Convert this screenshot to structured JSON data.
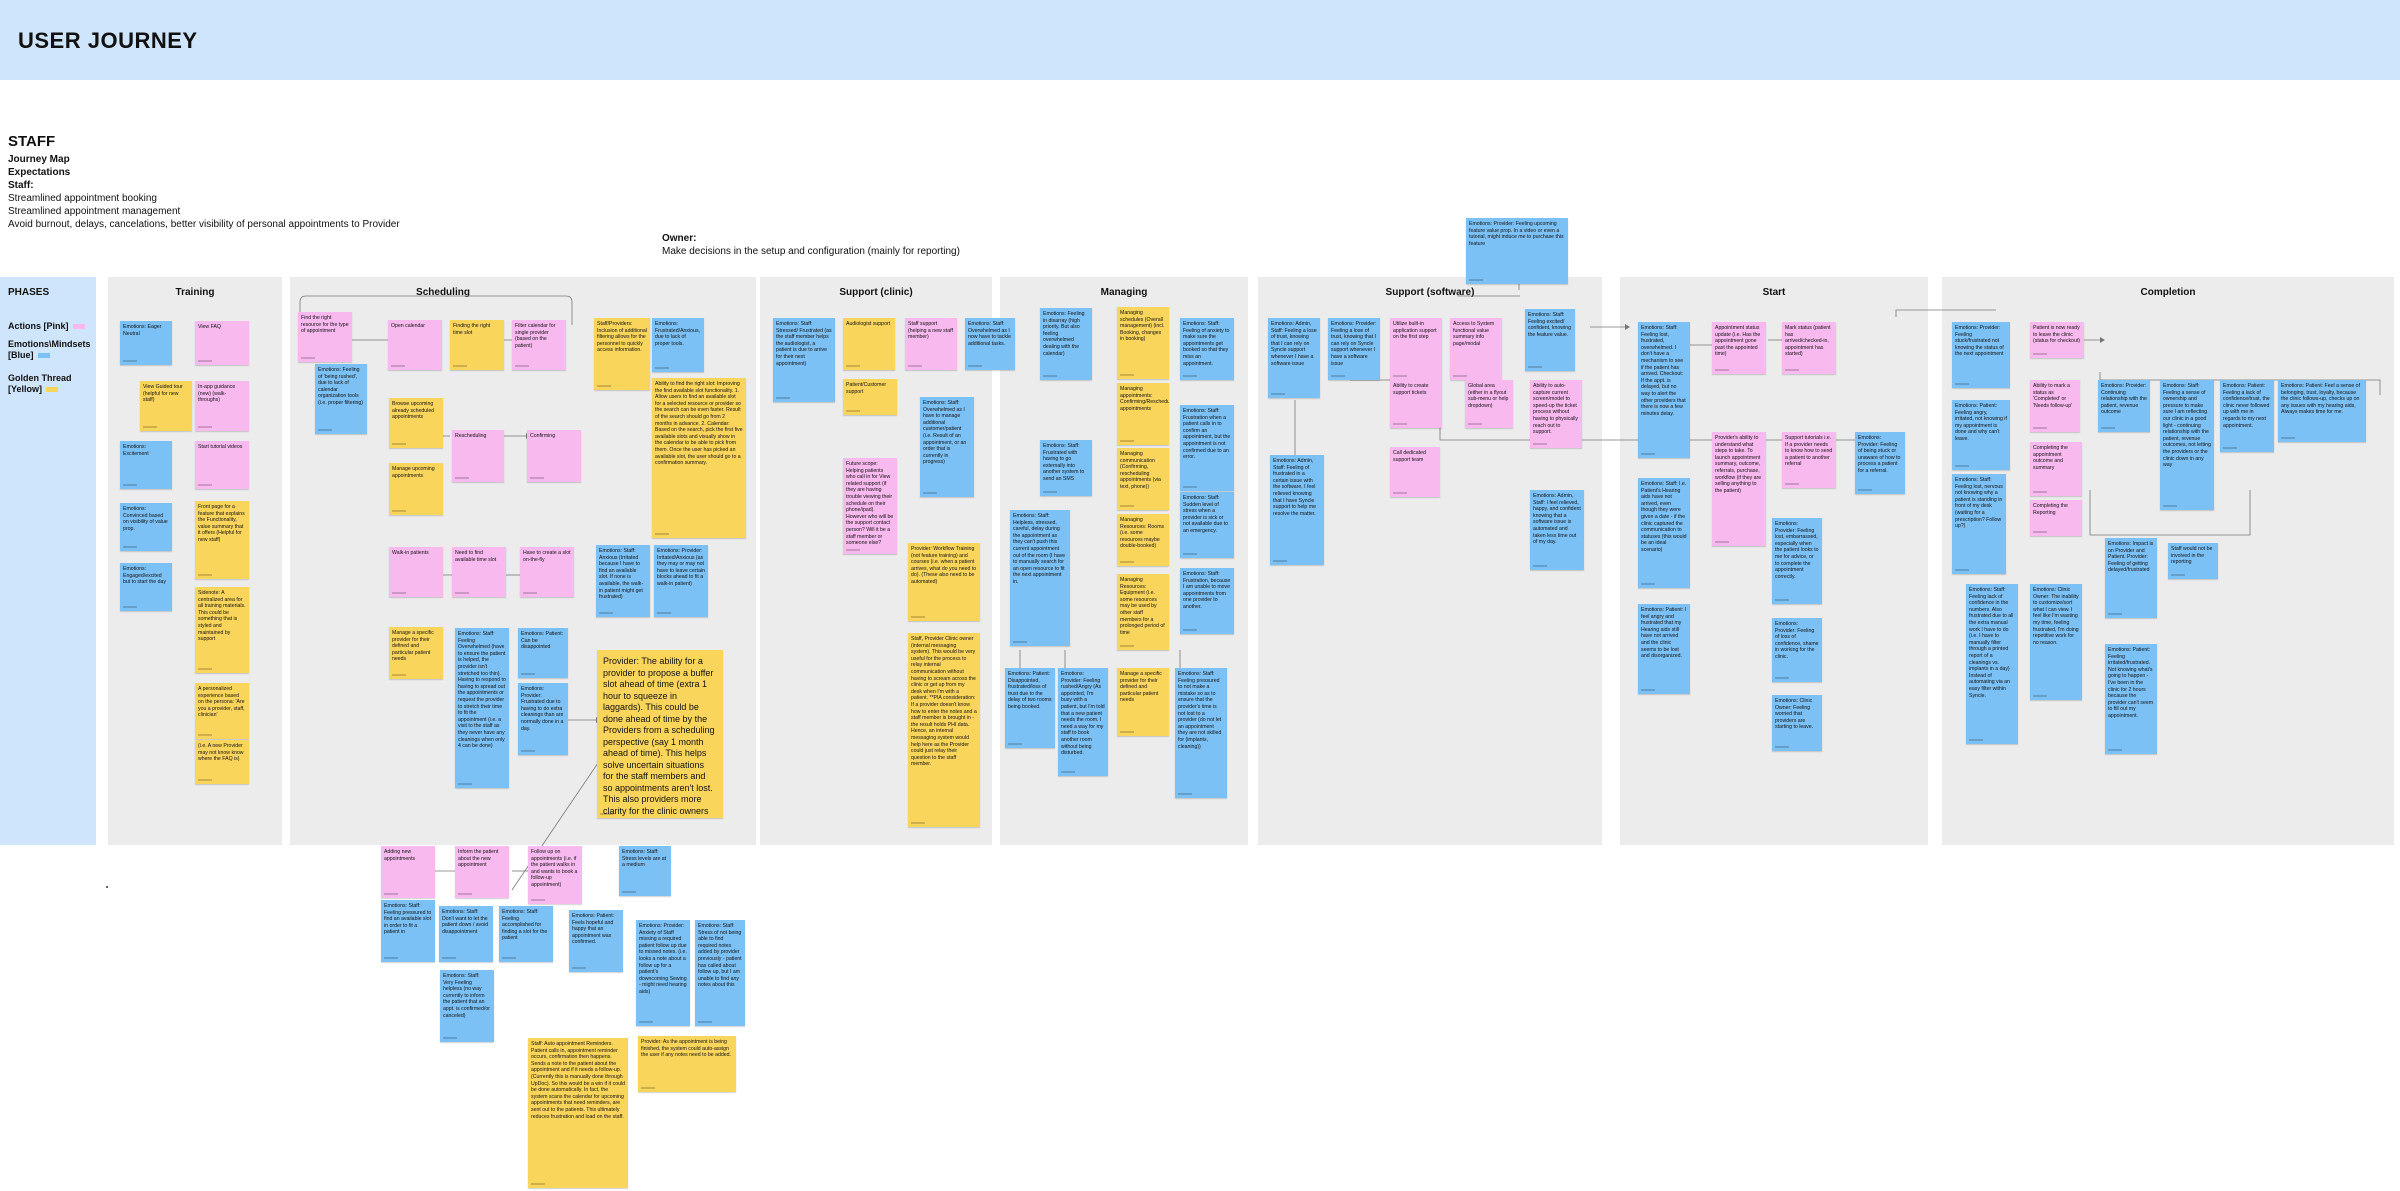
{
  "page": {
    "title": "USER JOURNEY"
  },
  "intro": {
    "heading": "STAFF",
    "lines": [
      "Journey Map",
      "Expectations",
      "Staff:",
      "Streamlined appointment booking",
      "Streamlined appointment management"
    ],
    "goal": "Avoid burnout, delays,  cancelations, better visibility of personal appointments to Provider"
  },
  "owner": {
    "label": "Owner:",
    "text": "Make decisions in the setup and configuration (mainly for reporting)"
  },
  "phases": {
    "title": "PHASES",
    "legend": [
      {
        "label": "Actions [Pink]",
        "color": "#f8b9ef"
      },
      {
        "label": "Emotions\\Mindsets [Blue]",
        "color": "#7cc1f5"
      },
      {
        "label": "Golden Thread [Yellow]",
        "color": "#fad55b"
      }
    ]
  },
  "lanes": [
    {
      "title": "Training"
    },
    {
      "title": "Scheduling"
    },
    {
      "title": "Support (clinic)"
    },
    {
      "title": "Managing"
    },
    {
      "title": "Support (software)"
    },
    {
      "title": "Start"
    },
    {
      "title": "Completion"
    }
  ],
  "colors": {
    "banner": "#cfe5fb",
    "lane": "#ececec",
    "action": "#f8b9ef",
    "emotion": "#7cc1f5",
    "thread": "#fad55b"
  },
  "notes": {
    "tr1": "Emotions: Eager Neutral",
    "tr2": "View FAQ",
    "tr3": "View Guided tour (helpful for new staff)",
    "tr4": "In-app guidance (new) (walk-throughs)",
    "tr5": "Emotions: Excitement",
    "tr6": "Start tutorial videos",
    "tr7": "Emotions: Convinced based on visibility of value prop.",
    "tr8": "Front page for a feature that explains the Functionality, value summary that it offers (Helpful for new staff)",
    "tr9": "Emotions: Engaged/excited but to start the day",
    "tr10": "Sidenote: A centralized area for all training materials. This could be something that is styled and maintained by support",
    "tr11": "A personalized experience based on the persona: 'Are you a provider, staff, clinician'",
    "tr12": "(i.e. A new Provider may not know know where the FAQ is)",
    "sc1": "Find the right resource for the type of appointment",
    "sc2": "Emotions: Feeling of 'being rushed', due to lack of calendar organization tools (i.e. proper filtering)",
    "sc3": "Open calendar",
    "sc4": "Finding the right time slot",
    "sc5": "Filter calendar for single provider (based on the patient)",
    "sc6": "Staff/Providers: Inclusion of additional filtering allows for the personnel to quickly access information.",
    "sc7": "Emotions: Frustrated/Anxious, due to lack of proper tools.",
    "sc8": "Ability to find the right slot: Improving the find available slot functionality. 1. Allow users to find an available slot for a selected resource or provider so the search can be even faster. Result of the search should go from 2 months in advance. 2. Calendar: Based on the search, pick the first five available slots and visually show in the calendar to be able to pick from them. Once the user has picked an available slot, the user should go to a confirmation summary.",
    "sc9": "Browse upcoming already scheduled appointments",
    "sc10": "Rescheduling",
    "sc11": "Confirming",
    "sc12": "Manage upcoming appointments",
    "sc13": "Walk-in patients",
    "sc14": "Need to find available time slot",
    "sc15": "Have to create a slot on-the-fly",
    "sc16": "Emotions: Staff: Anxious (Irritated because I have to find an available slot. If none is available, the walk-in patient might get frustrated)",
    "sc17": "Emotions: Provider: Irritated/Anxious (as they may or may not have to leave certain blocks ahead to fit a walk-in patient)",
    "sc18": "Manage a specific provider for their defined and particular patient needs",
    "sc19": "Emotions: Staff: Feeling Overwhelmed (have to ensure the patient is helped, the provider isn't stretched too thin). Having to respond to having to spread out the appointments or request the provider to stretch their time to fit the appointment (i.e. a visit to the staff as they never have any cleanings when only 4 can be done)",
    "sc20": "Emotions: Patient: Can be disappointed",
    "sc21": "Emotions: Provider: Frustrated due to having to do extra cleanings than are normally done in a day.",
    "sc22": "Provider: The ability for a provider to propose a buffer slot ahead of time (extra 1 hour to squeeze in laggards). This could be done ahead of time by the Providers from a scheduling perspective (say 1 month ahead of time). This helps solve uncertain situations for the staff members and so appointments aren't lost. This also providers more clarity for the clinic owners about provider schedules and appointments.",
    "sc23": "Adding new appointments",
    "sc24": "Inform the patient about the new appointment",
    "sc25": "Follow up on appointments (i.e. if the patient walks in and wants to book a follow-up appointment)",
    "sc26": "Emotions: Staff: Stress levels are at a medium",
    "sc27": "Emotions: Staff: Feeling pressured to find an available slot in order to fit a patient in",
    "sc28": "Emotions: Staff: Don't want to let the patient down / avoid disappointment",
    "sc29": "Emotions: Staff: Feeling accomplished for finding a slot for the patient",
    "sc30": "Emotions: Patient: Feels hopeful and happy that an appointment was confirmed.",
    "sc31": "Emotions: Staff: Very Feeling helpless (no way currently to inform the patient that an appt. is confirmed/or canceled)",
    "sc32": "Emotions: Provider: Anxiety of Staff missing a required patient follow up due to missed notes. (i.e. looks a note about a follow up for a patient's downcoming Sewing - might need hearing aids)",
    "sc33": "Emotions: Staff: Stress of not being able to find required notes added by provider previously - patient has called about follow up, but I am unable to find any notes about this",
    "sc34": "Staff: Auto appointment Reminders. Patient calls in, appointment reminder occurs, confirmation then happens. Sends a note to the patient about the appointment and if it needs a follow-up. (Currently this is manually done through UpDoc). So this would be a win if it could be done automatically. In fact, the system scans the calendar for upcoming appointments that need reminders, are sent out to the patients. This ultimately reduces frustration and load on the staff.",
    "sc35": "Provider: As the appointment is being finished, the system could auto-assign the user if any notes need to be added.",
    "cl1": "Emotions: Staff: Stressed/ Frustrated (as the staff member helps the audiologist, a patient is due to arrive for their next appointment)",
    "cl2": "Audiologist support",
    "cl3": "Staff support (helping a new staff member)",
    "cl4": "Emotions: Staff: Overwhelmed as I now have to tackle additional tasks.",
    "cl5": "Patient/Customer support",
    "cl6": "Emotions: Staff: Overwhelmed as I have to manage additional customer/patient (i.e. Result of an appointment, or an order that is currently in progress)",
    "cl7": "Future scope: Helping patients who call in for View related support (if they are having trouble viewing their schedule on their phone/ipad). However who will be the support contact person? Will it be a staff member or someone else?",
    "cl8": "Provider: Workflow Training (not feature training) and courses (i.e. when a patient arrives, what do you need to do). (These also need to be automated)",
    "cl9": "Staff, Provider Clinic owner (internal messaging system). This would be very useful for the process to relay internal communication without having to scream across the clinic or get up from my desk when I'm with a patient. **PIA consideration: If a provider doesn't know how to enter the notes and a staff member is brought in - the result holds PHI data. Hence, an internal messaging system would help here as the Provider could just relay their question to the staff member.",
    "mg1": "Emotions: Feeling in disarray (high priority. But also feeling overwhelmed dealing with the calendar)",
    "mg2": "Managing schedules (Overall management) (incl. Booking, changes in booking)",
    "mg3": "Emotions: Staff: Feeling of anxiety to make sure the appointments get booked so that they miss an appointment.",
    "mg4": "Managing appointments: Confirming/Rescheduling appointments",
    "mg5": "Emotions: Staff: Frustrated with having to go externally into another system to send an SMS",
    "mg6": "Managing communication (Confirming, rescheduling appointments (via text, phone))",
    "mg7": "Emotions: Staff: Frustration when a patient calls in to confirm an appointment, but the appointment is not confirmed due to an error.",
    "mg8": "Emotions: Staff: Helpless, stressed, careful, delay during the appointment as they can't push this current appointment out of the room (I have to manually search for an open resource to fit the next appointment in.",
    "mg9": "Managing Resources: Rooms (i.e. some resources maybe double-booked)",
    "mg10": "Emotions: Staff: Sudden level of stress when a provider is sick or not available due to an emergency.",
    "mg11": "Managing Resources: Equipment (i.e. some resources may be used by other staff members for a prolonged period of time",
    "mg12": "Emotions: Staff: Frustration, because I am unable to move appointments from one provider to another.",
    "mg13": "Emotions: Patient: Disappointed, frustrated/loss of trust due to the delay of two rooms being booked.",
    "mg14": "Emotions: Provider: Feeling rushed/Angry (As appointed, I'm busy with a patient, but I'm told that a new patient needs the room. I need a way for my staff to book another room without being disturbed.",
    "mg15": "Manage a specific provider for their defined and particular patient needs",
    "mg16": "Emotions: Staff: Feeling pressured to not make a mistake so as to ensure that the provider's time is not lost to a provider (do not let an appointment they are not skilled for (implants, cleaning))",
    "sw1": "Emotions: Provider: Feeling upcoming feature value prop. In a video or even a tutorial, might induce me to purchase this feature",
    "sw2": "Emotions: Admin, Staff: Feeling a lose of trust, knowing that I can rely on Syncle support whenever I have a software issue",
    "sw3": "Emotions: Provider: Feeling a lose of trust, knowing that I can rely on Syncle support whenever I have a software issue",
    "sw4": "Utilize built-in application support on the first step",
    "sw5": "Access to System functional value summary info page/modal",
    "sw6": "Emotions: Staff: Feeling excited/ confident, knowing the feature value.",
    "sw7": "Ability to create support tickets",
    "sw8": "Global area (either in a flyout sub-menu or help dropdown)",
    "sw9": "Ability to auto-capture current screen/model to speed-up the ticket process without having to physically reach out to support.",
    "sw10": "Call dedicated support team",
    "sw11": "Emotions: Admin, Staff: Feeling of frustrated in a certain issue with the software, I feel relieved knowing that I have Syncle support to help me resolve the matter.",
    "sw12": "Emotions: Admin, Staff: I feel relieved, happy, and confident knowing that a software issue is automated and taken less time out of my day.",
    "st1": "Emotions: Staff: Feeling lost, frustrated, overwhelmed. I don't have a mechanism to see if the patient has arrived. Checkout: If the appt. is delayed, but no way to alert the other providers that there is now a few minutes delay.",
    "st2": "Appointment status update (i.e. Has the appointment gone past the appointed time)",
    "st3": "Mark status (patient has arrived/checked-in, appointment has started)",
    "st4": "Provider's ability to understand what steps to take. To launch appointment summary, outcome, referrals, purchase, workflow (if they are selling anything to the patient)",
    "st5": "Support tutorials i.e. If a provider needs to know how to send a patient to another referral",
    "st6": "Emotions: Provider: Feeling of being stuck or unaware of how to process a patient for a referral.",
    "st7": "Emotions: Staff: I.e. Patient's Hearing aids have not arrived, even though they were given a date - if the clinic captured the communication to statuses (this would be an ideal scenario)",
    "st8": "Emotions: Provider: Feeling lost, embarrassed, especially when the patient looks to me for advice, or to complete the appointment correctly.",
    "st9": "Emotions: Patient: I feel angry and frustrated that my Hearing aids still have not arrived and the clinic seems to be lost and disorganized.",
    "st10": "Emotions: Provider: Feeling of loss of confidence, shame in working for the clinic.",
    "st11": "Emotions: Clinic Owner: Feeling worried that providers are starting to leave.",
    "cp1": "Emotions: Provider: Feeling stuck/frustrated not knowing the status of the next appointment",
    "cp2": "Patient is now ready to leave the clinic (status for checkout)",
    "cp3": "Emotions: Patient: Feeling angry, irritated, not knowing if my appointment is done and why can't leave.",
    "cp4": "Ability to mark a status as 'Completed' or 'Needs follow-up'",
    "cp5": "Emotions: Provider: Continuing relationship with the patient, revenue outcome",
    "cp6": "Emotions: Staff: Feeling a sense of ownership and pressure to make sure I am reflecting our clinic in a good light - continuing relationship with the patient, revenue outcomes, not letting the providers or the clinic down in any way",
    "cp7": "Emotions: Patient: Feeling a lack of confidence/trust, the clinic never followed up with me in regards to my next appointment.",
    "cp8": "Emotions: Patient: Feel a sense of belonging, trust, loyalty, because the clinic follows-up, checks up on any issues with my hearing aids, Always makes time for me.",
    "cp9": "Emotions: Staff: Feeling lost, nervous not knowing why a patient is standing in front of my desk (waiting for a prescription? Follow up?)",
    "cp10": "Completing the appointment outcome and summary",
    "cp11": "Completing the Reporting",
    "cp12": "Emotions: Impact is on Provider and Patient. Provider: Feeling of getting delayed/frustrated",
    "cp13": "Staff would not be involved in the reporting",
    "cp14": "Emotions: Staff: Feeling lack of confidence in the numbers. Also frustrated due to all the extra manual work I have to do (i.e. I have to manually filter through a printed report of a cleanings vs. implants in a day) Instead of automating via an easy filter within Syncle.",
    "cp15": "Emotions: Clinic Owner: The inability to customize/sort what I can view. I feel like I'm wasting my time, feeling frustrated, I'm doing repetitive work for no reason.",
    "cp16": "Emotions: Patient: Feeling irritated/frustrated. Not knowing what's going to happen - I've been in the clinic for 2 hours because the provider can't seem to fill out my appointment."
  }
}
